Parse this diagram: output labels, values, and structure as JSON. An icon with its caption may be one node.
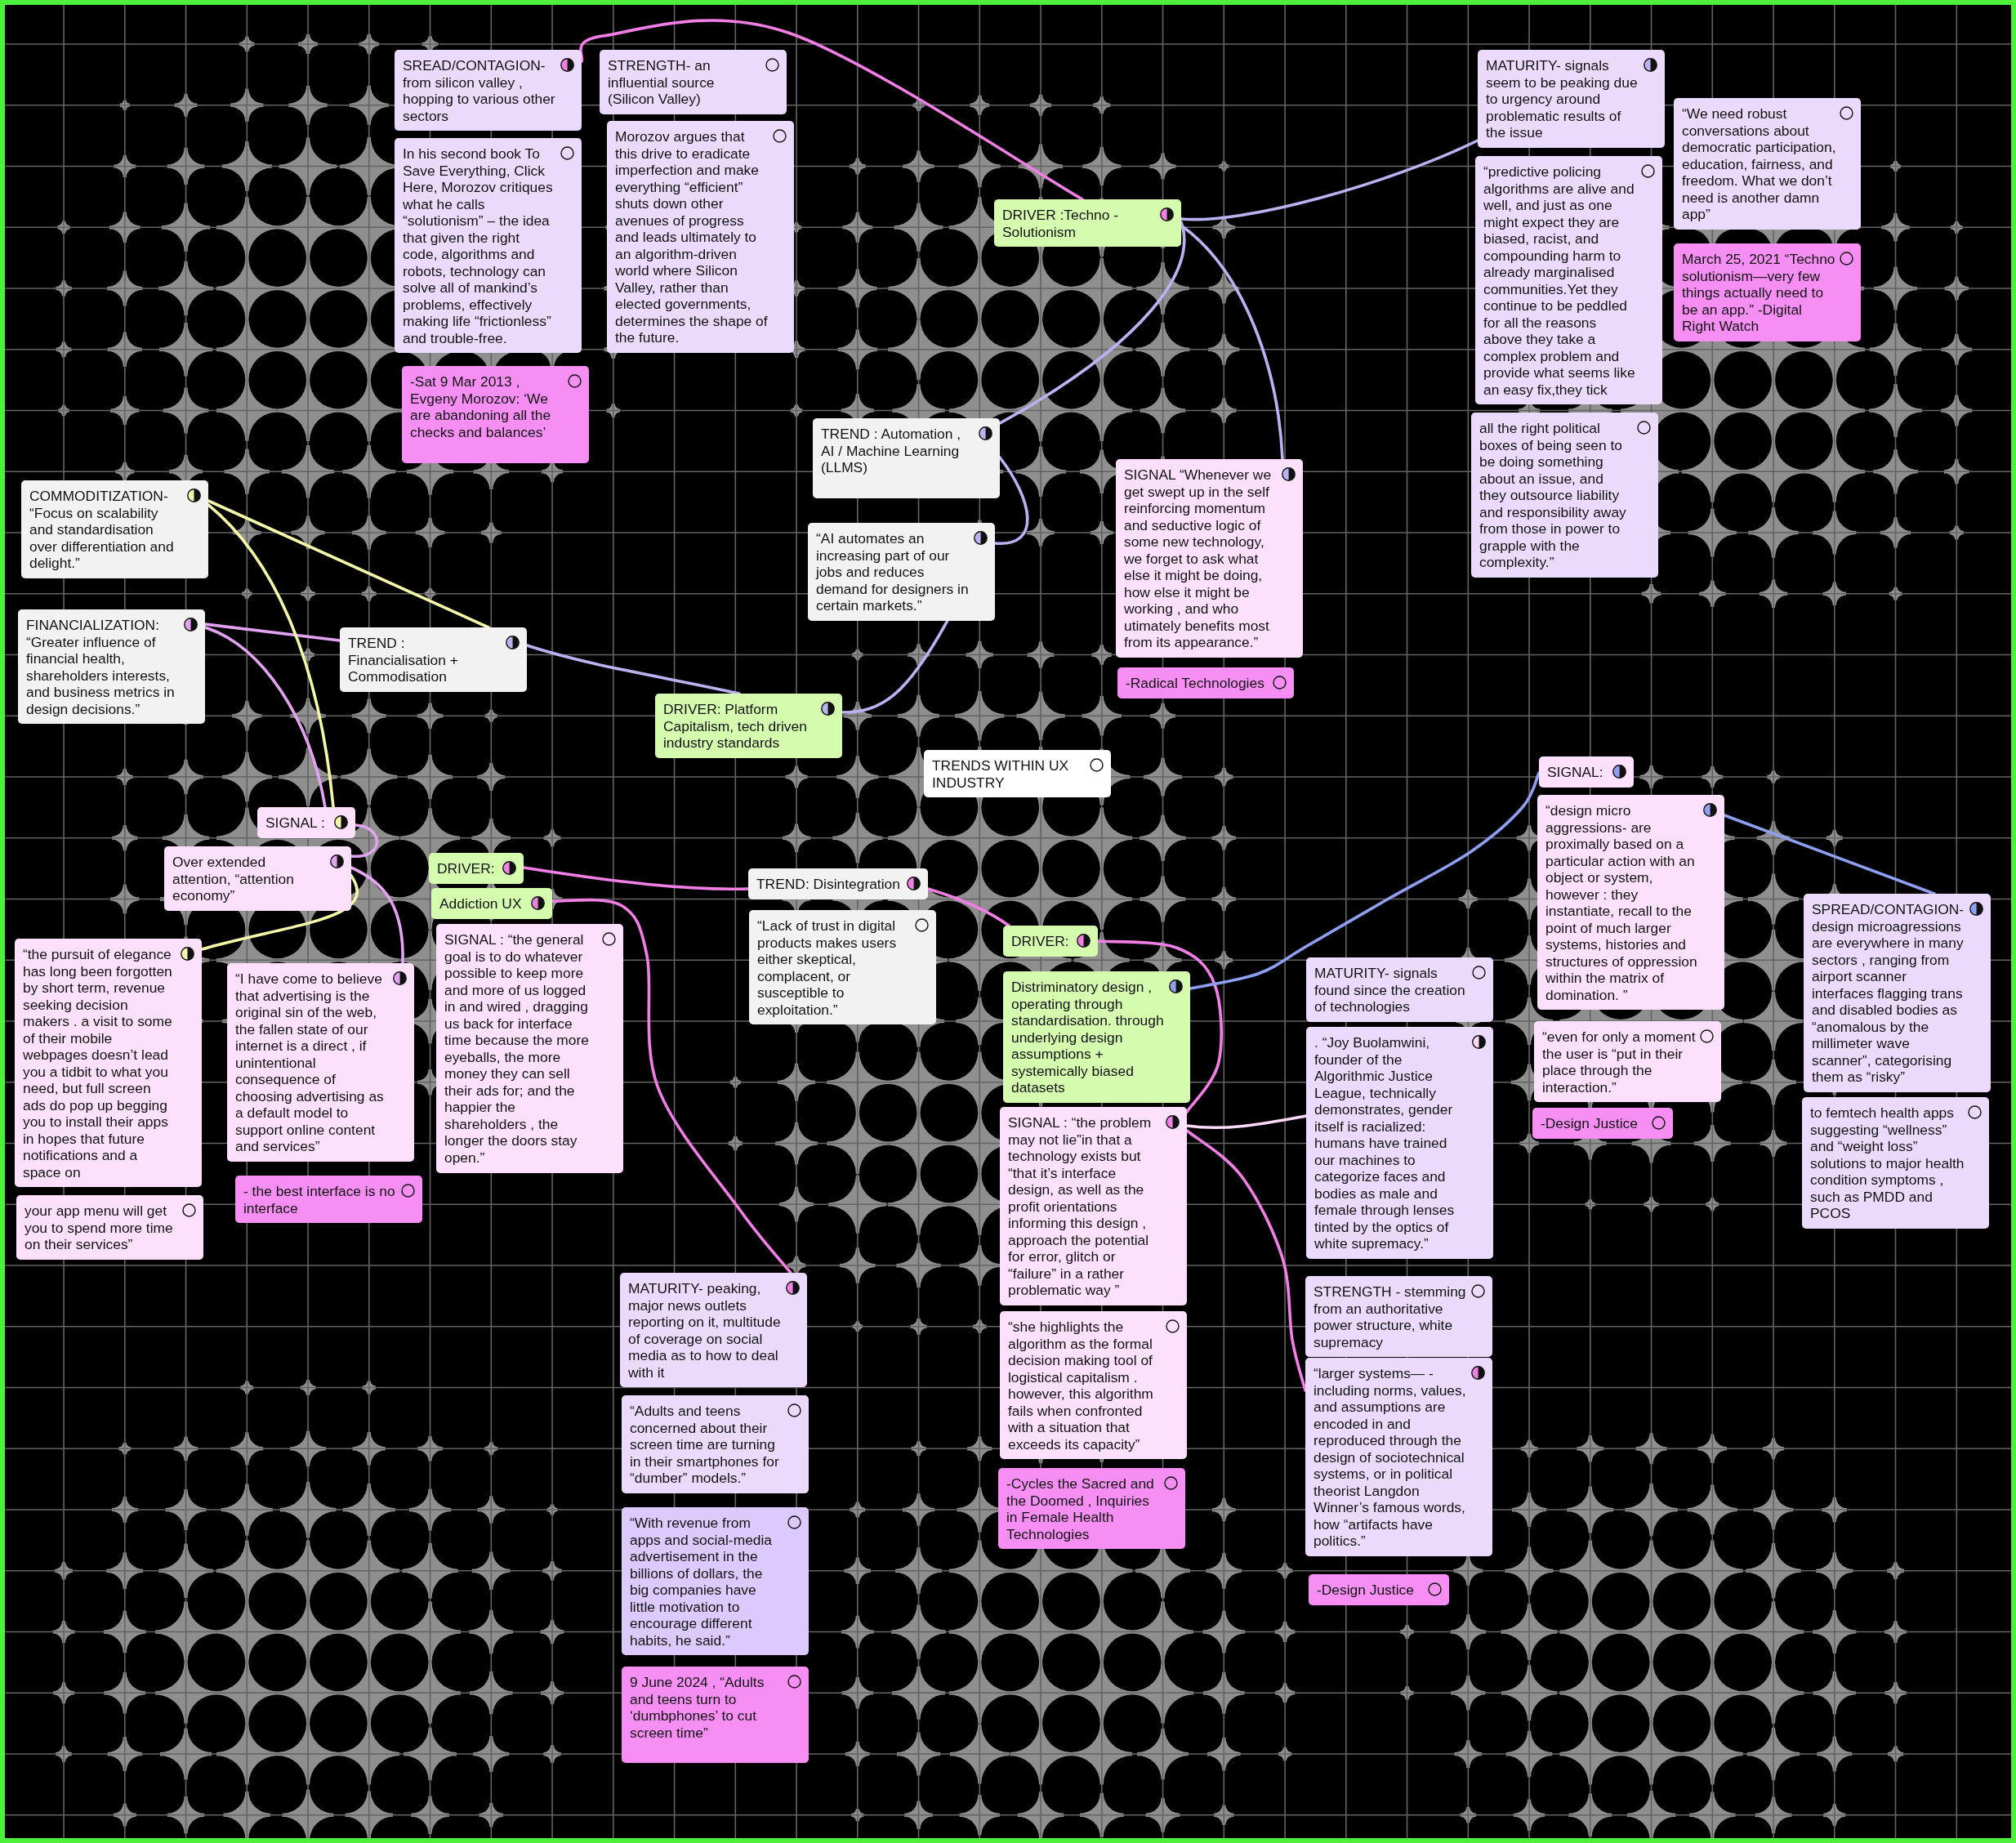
{
  "diagram": {
    "nodes": [
      {
        "text": [
          "SREAD/CONTAGION- from silicon valley , hopping to various other sectors"
        ]
      },
      {
        "text": [
          "STRENGTH- an influential source (Silicon Valley)"
        ]
      },
      {
        "text": [
          "In his second book To Save Everything, Click Here, Morozov critiques what he calls “solutionism” – the idea that given the right code, algorithms and robots, technology can solve all of mankind’s problems, effectively making life “frictionless” and trouble-free."
        ]
      },
      {
        "text": [
          "Morozov argues that this drive to eradicate imperfection and make everything “efficient” shuts down other avenues of progress and leads ultimately to an algorithm-driven world where Silicon Valley, rather than elected governments, determines the shape of the future."
        ]
      },
      {
        "text": [
          "-Sat 9 Mar 2013 , Evgeny Morozov: ‘We are abandoning all the checks and balances’"
        ]
      },
      {
        "text": [
          "DRIVER :Techno - Solutionism"
        ]
      },
      {
        "text": [
          "MATURITY- signals seem to be peaking due to urgency around problematic results of the issue"
        ]
      },
      {
        "text": [
          "“We need robust conversations about democratic participation, education, fairness, and freedom. What we don’t need is another damn app”"
        ]
      },
      {
        "text": [
          "“predictive policing algorithms are alive and well, and just as one might expect they are biased, racist, and compounding harm to already marginalised communities.Yet they continue to be peddled for all the reasons above they take a complex problem and provide what seems like an easy fix,they tick"
        ]
      },
      {
        "text": [
          "March 25, 2021 “Techno solutionism—very few things actually need to be an app.” -Digital Right Watch"
        ]
      },
      {
        "text": [
          "all the right political boxes of being seen to be doing something about an issue, and they outsource liability and responsibility away from those in power to grapple with the complexity.”"
        ]
      },
      {
        "text": [
          "COMMODITIZATION- “Focus on scalability and standardisation over differentiation and delight.”"
        ]
      },
      {
        "text": [
          "TREND : Automation , AI / Machine Learning (LLMS)"
        ]
      },
      {
        "text": [
          "SIGNAL “Whenever we get swept up in the self reinforcing momentum and seductive logic of some new technology, we forget to ask what else it might be doing, how else it might be working , and who utimately benefits most from its appearance.”"
        ]
      },
      {
        "text": [
          "“AI automates an increasing part of our jobs and reduces demand for designers in certain markets.”"
        ]
      },
      {
        "text": [
          "FINANCIALIZATION: “Greater influence of financial health, shareholders interests, and business metrics in design decisions.”"
        ]
      },
      {
        "text": [
          "TREND : Financialisation + Commodisation"
        ]
      },
      {
        "text": [
          "-Radical Technologies"
        ]
      },
      {
        "text": [
          "DRIVER: Platform Capitalism, tech driven industry standards"
        ]
      },
      {
        "text": [
          "TRENDS WITHIN UX INDUSTRY"
        ]
      },
      {
        "text": [
          "SIGNAL:"
        ]
      },
      {
        "text": [
          "“design micro aggressions- are proximally based on a particular action with an object or system, however : they instantiate, recall to the point of much larger systems, histories and structures of oppression within the matrix of domination. ”"
        ]
      },
      {
        "text": [
          "SIGNAL :"
        ]
      },
      {
        "text": [
          "DRIVER:"
        ]
      },
      {
        "text": [
          "Over extended attention, “attention economy”"
        ]
      },
      {
        "text": [
          "TREND: Disintegration"
        ]
      },
      {
        "text": [
          "Addiction UX"
        ]
      },
      {
        "text": [
          "SPREAD/CONTAGION- design microagressions are everywhere in many sectors , ranging from airport scanner interfaces flagging trans and disabled bodies as “anomalous by the millimeter wave scanner”, categorising them as “risky”"
        ]
      },
      {
        "text": [
          "“Lack of trust in digital products makes users either skeptical, complacent, or susceptible to exploitation.”"
        ]
      },
      {
        "text": [
          "DRIVER:"
        ]
      },
      {
        "text": [
          "“the pursuit of elegance has long been forgotten by short term, revenue seeking decision makers . a visit to some of their mobile webpages doesn’t lead you a tidbit to what you need, but full screen ads do pop up begging you to install their apps in hopes that future notifications and a space on"
        ]
      },
      {
        "text": [
          "SIGNAL : “the general goal is to do whatever possible to keep more and more of us logged in and wired , dragging us back for interface time because the more eyeballs, the more money they can sell their ads for; and the happier the shareholders , the longer the doors stay open.”"
        ]
      },
      {
        "text": [
          "“I have come to believe that advertising is the original sin of the web, the fallen state of our internet is a direct , if unintentional consequence of choosing advertising as a default model to support online content and services”"
        ]
      },
      {
        "text": [
          "Distriminatory design , operating through standardisation. through underlying design assumptions + systemically biased datasets"
        ]
      },
      {
        "text": [
          "MATURITY- signals found since the creation of technologies"
        ]
      },
      {
        "text": [
          "“even for only a moment the user is “put in their place through the interaction.”"
        ]
      },
      {
        "text": [
          ". “Joy Buolamwini, founder of the Algorithmic Justice League, technically demonstrates, gender itself is racialized: humans have trained our machines to categorize faces and bodies as male and female through lenses tinted by the optics of white supremacy.”"
        ]
      },
      {
        "text": [
          "-Design Justice"
        ]
      },
      {
        "text": [
          "to femtech health apps suggesting “wellness” and “weight loss” solutions to major health condition symptoms , such as PMDD and PCOS"
        ]
      },
      {
        "text": [
          "SIGNAL : “the problem may not lie”in that a technology exists but “that it’s interface design, as well as the profit orientations informing this design , approach the potential for error, glitch or “failure” in a rather problematic way ”"
        ]
      },
      {
        "text": [
          "your app menu will get you to spend more time on their services”"
        ]
      },
      {
        "text": [
          "- the best interface is no interface"
        ]
      },
      {
        "text": [
          "MATURITY- peaking, major news outlets reporting on it, multitude of coverage on social media as to how to deal with it"
        ]
      },
      {
        "text": [
          "STRENGTH - stemming from an authoritative power structure, white supremacy"
        ]
      },
      {
        "text": [
          "“she highlights the algorithm as the formal decision making tool of logistical capitalism . however, this algorithm fails when confronted with a situation that exceeds its capacity”"
        ]
      },
      {
        "text": [
          "“larger systems— - including norms, values, and assumptions are encoded in and reproduced through the design of sociotechnical systems, or in political theorist Langdon Winner’s famous words, how “artifacts have politics.”"
        ]
      },
      {
        "text": [
          "“Adults and teens concerned about their screen time are turning in their smartphones for “dumber” models.”"
        ]
      },
      {
        "text": [
          "-Cycles the Sacred and the Doomed , Inquiries in Female Health Technologies"
        ]
      },
      {
        "text": [
          "-Design Justice"
        ]
      },
      {
        "text": [
          "“With revenue from apps and social-media advertisement in the billions of dollars, the big companies have little motivation to encourage different habits, he said.”"
        ]
      },
      {
        "text": [
          "9 June 2024 , “Adults and teens turn to ‘dumbphones’ to cut screen time”"
        ]
      }
    ],
    "edges": [
      {
        "from": 0,
        "to": 5,
        "arrow": "none",
        "color": "#f27fe6"
      },
      {
        "from": 5,
        "to": 6,
        "arrow": "none"
      },
      {
        "from": 5,
        "to": 12,
        "arrow": "none"
      },
      {
        "from": 5,
        "to": 13,
        "arrow": "none"
      },
      {
        "from": 12,
        "to": 14,
        "arrow": "none"
      },
      {
        "from": 14,
        "to": 18,
        "arrow": "none"
      },
      {
        "from": 16,
        "to": 18,
        "arrow": "none"
      },
      {
        "from": 11,
        "to": 16,
        "arrow": "none",
        "color": "#f4f6a8"
      },
      {
        "from": 15,
        "to": 16,
        "arrow": "none",
        "color": "#e3a3f1"
      },
      {
        "from": 11,
        "to": 22,
        "arrow": "none",
        "color": "#f4f6a8"
      },
      {
        "from": 15,
        "to": 22,
        "arrow": "none",
        "color": "#e3a3f1"
      },
      {
        "from": 22,
        "to": 24,
        "arrow": "none",
        "color": "#e3a3f1"
      },
      {
        "from": 24,
        "to": 30,
        "arrow": "none",
        "color": "#f4f6a8"
      },
      {
        "from": 24,
        "to": 32,
        "arrow": "none",
        "color": "#e3a3f1"
      },
      {
        "from": 23,
        "to": 25,
        "arrow": "none",
        "color": "#f27fe6"
      },
      {
        "from": 26,
        "to": 42,
        "arrow": "none",
        "color": "#f27fe6"
      },
      {
        "from": 25,
        "to": 29,
        "arrow": "none",
        "color": "#f27fe6"
      },
      {
        "from": 29,
        "to": 39,
        "arrow": "none",
        "color": "#f27fe6"
      },
      {
        "from": 33,
        "to": 20,
        "arrow": "none",
        "color": "#8fa0f2"
      },
      {
        "from": 21,
        "to": 27,
        "arrow": "none",
        "color": "#8fa0f2"
      },
      {
        "from": 39,
        "to": 36,
        "arrow": "none",
        "color": "#fbd9f7"
      },
      {
        "from": 39,
        "to": 45,
        "arrow": "none",
        "color": "#f27fe6"
      }
    ]
  }
}
